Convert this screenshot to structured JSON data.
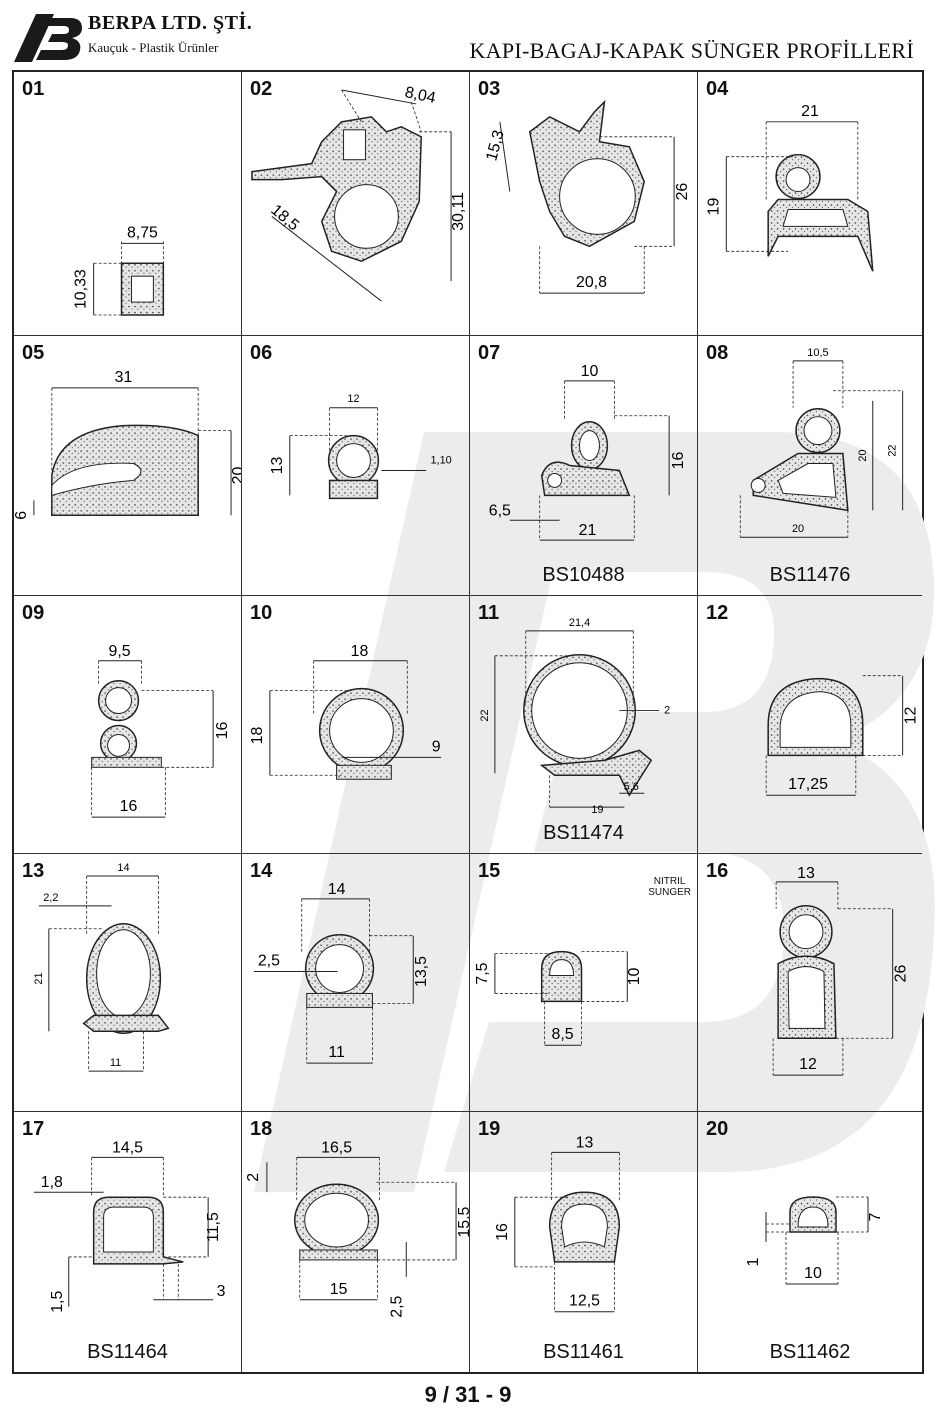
{
  "header": {
    "company_name": "BERPA LTD. ŞTİ.",
    "company_sub": "Kauçuk - Plastik Ürünler",
    "title": "KAPI-BAGAJ-KAPAK SÜNGER PROFİLLERİ"
  },
  "brand_color": "#1a1a1a",
  "footer": {
    "page": "9 / 31 - 9"
  },
  "profiles": [
    {
      "num": "01",
      "dims": [
        "8,75",
        "10,33"
      ],
      "code": ""
    },
    {
      "num": "02",
      "dims": [
        "8,04",
        "30,11",
        "18,5"
      ],
      "code": ""
    },
    {
      "num": "03",
      "dims": [
        "15,3",
        "26",
        "20,8"
      ],
      "code": ""
    },
    {
      "num": "04",
      "dims": [
        "21",
        "19"
      ],
      "code": ""
    },
    {
      "num": "05",
      "dims": [
        "31",
        "20",
        "6"
      ],
      "code": ""
    },
    {
      "num": "06",
      "dims": [
        "12",
        "13",
        "1,10"
      ],
      "code": ""
    },
    {
      "num": "07",
      "dims": [
        "10",
        "16",
        "6,5",
        "21"
      ],
      "code": "BS10488"
    },
    {
      "num": "08",
      "dims": [
        "10,5",
        "20",
        "22",
        "20"
      ],
      "code": "BS11476"
    },
    {
      "num": "09",
      "dims": [
        "9,5",
        "16",
        "16"
      ],
      "code": ""
    },
    {
      "num": "10",
      "dims": [
        "18",
        "18",
        "9"
      ],
      "code": ""
    },
    {
      "num": "11",
      "dims": [
        "21,4",
        "22",
        "2",
        "19",
        "5,6"
      ],
      "code": "BS11474"
    },
    {
      "num": "12",
      "dims": [
        "12",
        "17,25"
      ],
      "code": ""
    },
    {
      "num": "13",
      "dims": [
        "14",
        "2,2",
        "21",
        "11"
      ],
      "code": ""
    },
    {
      "num": "14",
      "dims": [
        "14",
        "2,5",
        "13,5",
        "11"
      ],
      "code": ""
    },
    {
      "num": "15",
      "dims": [
        "7,5",
        "10",
        "8,5"
      ],
      "code": "",
      "note": [
        "NITRIL",
        "SUNGER"
      ]
    },
    {
      "num": "16",
      "dims": [
        "13",
        "26",
        "12"
      ],
      "code": ""
    },
    {
      "num": "17",
      "dims": [
        "14,5",
        "1,8",
        "11,5",
        "1,5",
        "3"
      ],
      "code": "BS11464"
    },
    {
      "num": "18",
      "dims": [
        "16,5",
        "2",
        "15,5",
        "15",
        "2,5"
      ],
      "code": ""
    },
    {
      "num": "19",
      "dims": [
        "13",
        "16",
        "12,5"
      ],
      "code": "BS11461"
    },
    {
      "num": "20",
      "dims": [
        "7",
        "1",
        "10"
      ],
      "code": "BS11462"
    }
  ]
}
